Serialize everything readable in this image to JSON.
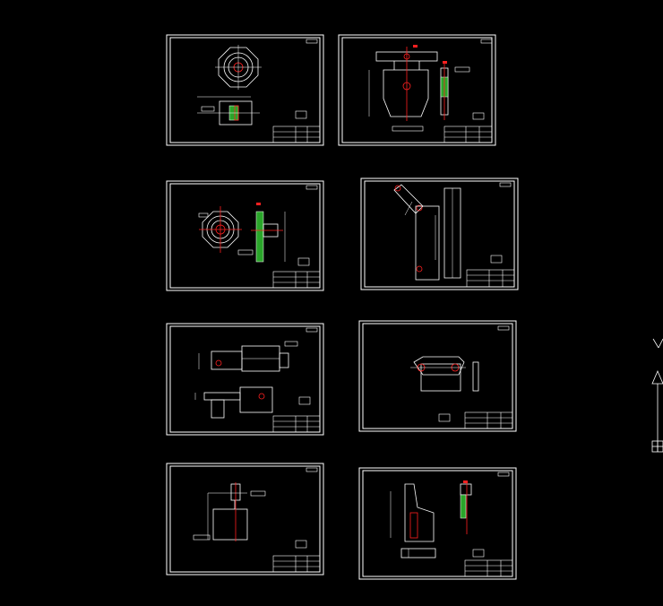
{
  "viewer": {
    "background": "#000000",
    "line_color": "#ffffff",
    "accent_red": "#ff2020",
    "accent_green": "#2aa52a"
  },
  "sheets": [
    {
      "id": "sheet-1",
      "content": "octagonal-flange"
    },
    {
      "id": "sheet-2",
      "content": "bracket-plate"
    },
    {
      "id": "sheet-3",
      "content": "octagonal-flange-section"
    },
    {
      "id": "sheet-4",
      "content": "angled-arm"
    },
    {
      "id": "sheet-5",
      "content": "stepped-shaft"
    },
    {
      "id": "sheet-6",
      "content": "link-plate"
    },
    {
      "id": "sheet-7",
      "content": "shaft-support"
    },
    {
      "id": "sheet-8",
      "content": "hook-bracket"
    }
  ],
  "ucs_icon": {
    "name": "ucs-icon"
  }
}
